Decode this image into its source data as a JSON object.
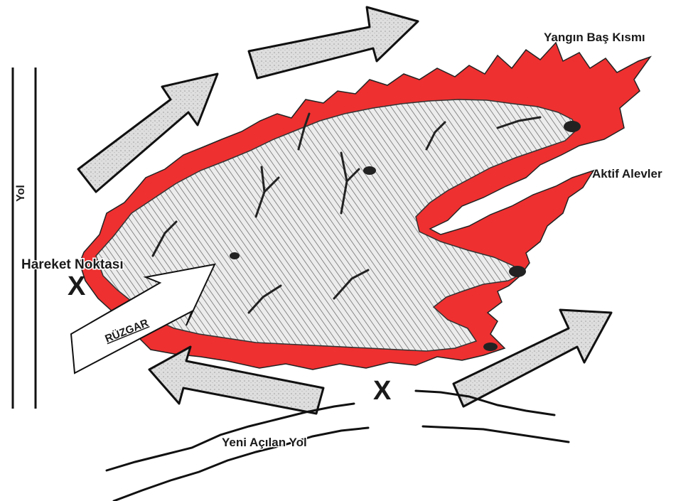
{
  "labels": {
    "yol": "Yol",
    "hareket_noktasi": "Hareket Noktası",
    "ruzgar": "RÜZGAR",
    "yangin_bas_kismi": "Yangın Baş Kısmı",
    "aktif_alevler": "Aktif Alevler",
    "yeni_acilan_yol": "Yeni Açılan Yol",
    "x_start": "X",
    "x_bottom": "X"
  },
  "colors": {
    "flame": "#ee3030",
    "burned_area": "#e9e9e9",
    "arrow_fill": "#d8d8d8",
    "outline": "#111111"
  }
}
